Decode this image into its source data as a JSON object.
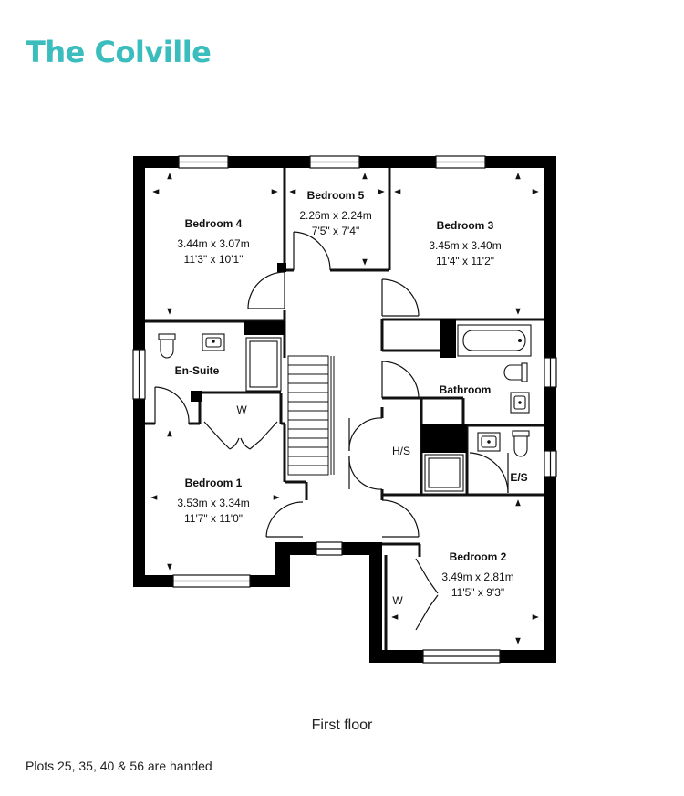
{
  "header": {
    "title": "The Colville"
  },
  "colors": {
    "brand": "#3bbdbd",
    "wall": "#000000",
    "line": "#111111"
  },
  "rooms": [
    {
      "name": "Bedroom 4",
      "metric": "3.44m x 3.07m",
      "imperial": "11'3\" x 10'1\""
    },
    {
      "name": "Bedroom 5",
      "metric": "2.26m x 2.24m",
      "imperial": "7'5\" x 7'4\""
    },
    {
      "name": "Bedroom 3",
      "metric": "3.45m x 3.40m",
      "imperial": "11'4\" x 11'2\""
    },
    {
      "name": "En-Suite"
    },
    {
      "name": "Bathroom"
    },
    {
      "name": "Bedroom 1",
      "metric": "3.53m x 3.34m",
      "imperial": "11'7\" x 11'0\""
    },
    {
      "name": "Bedroom 2",
      "metric": "3.49m x 2.81m",
      "imperial": "11'5\" x 9'3\""
    }
  ],
  "labels": {
    "hs": "H/S",
    "es": "E/S",
    "wardrobe": "W"
  },
  "caption": "First floor",
  "footnote": "Plots 25, 35, 40 & 56 are handed"
}
